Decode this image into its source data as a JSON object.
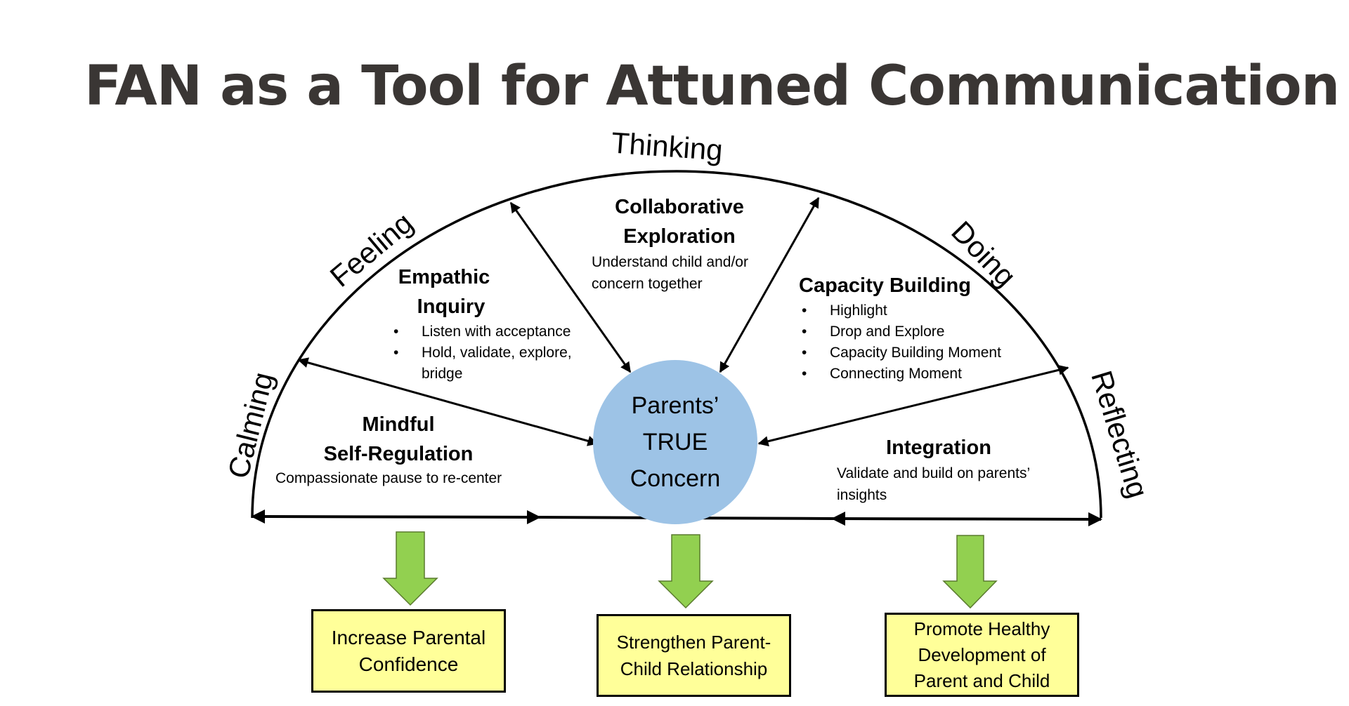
{
  "title": "FAN as a Tool for Attuned Communication",
  "colors": {
    "title_text": "#3a3634",
    "center_circle": "#9dc3e6",
    "down_arrow": "#92d050",
    "outcome_box": "#ffff99"
  },
  "arc_labels": {
    "calming": "Calming",
    "feeling": "Feeling",
    "thinking": "Thinking",
    "doing": "Doing",
    "reflecting": "Reflecting"
  },
  "center": {
    "line1": "Parents’",
    "line2": "TRUE",
    "line3": "Concern"
  },
  "sections": {
    "mindful": {
      "heading_line1": "Mindful",
      "heading_line2": "Self-Regulation",
      "description": "Compassionate pause to re-center"
    },
    "empathic": {
      "heading_line1": "Empathic",
      "heading_line2": "Inquiry",
      "bullets": [
        "Listen with acceptance",
        "Hold, validate, explore,",
        "bridge"
      ]
    },
    "collaborative": {
      "heading_line1": "Collaborative",
      "heading_line2": "Exploration",
      "description_line1": "Understand child and/or",
      "description_line2": "concern together"
    },
    "capacity": {
      "heading": "Capacity Building",
      "bullets": [
        "Highlight",
        "Drop and Explore",
        "Capacity Building Moment",
        "Connecting Moment"
      ]
    },
    "integration": {
      "heading": "Integration",
      "description_line1": "Validate and build on parents’",
      "description_line2": "insights"
    }
  },
  "outcomes": [
    {
      "line1": "Increase Parental",
      "line2": "Confidence"
    },
    {
      "line1": "Strengthen Parent-",
      "line2": "Child Relationship"
    },
    {
      "line1": "Promote Healthy",
      "line2": "Development of",
      "line3": "Parent and Child"
    }
  ]
}
